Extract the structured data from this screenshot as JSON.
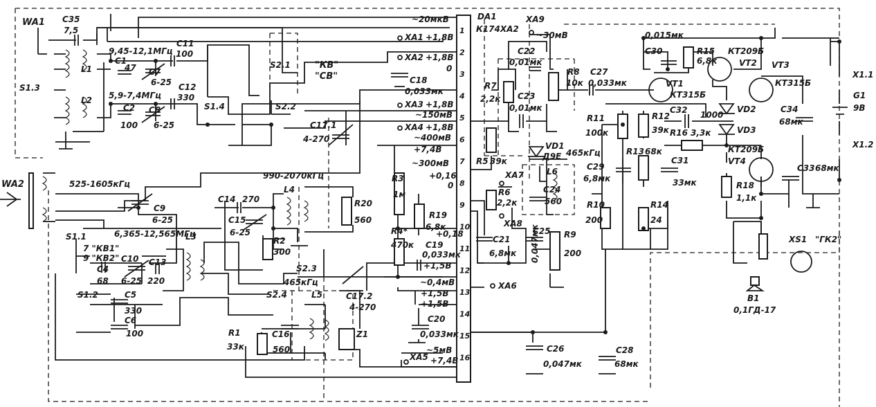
{
  "labels": {
    "wa1": "WA1",
    "wa2": "WA2",
    "s13": "S1.3",
    "c35": "C35",
    "c35v": "7,5",
    "l1": "L1",
    "l2": "L2",
    "c1": "C1",
    "c1v": "47",
    "c2": "C2",
    "c2v": "100",
    "c7": "C7",
    "c7v": "6-25",
    "c8": "C8",
    "c8v": "6-25",
    "f1": "9,45-12,1МГц",
    "f2": "5,9-7,4МГц",
    "c11": "C11",
    "c11v": "100",
    "c12": "C12",
    "c12v": "330",
    "s14": "S1.4",
    "s21": "S2.1",
    "s22": "S2.2",
    "kv": "\"КВ\"",
    "sv": "\"СВ\"",
    "c171": "C17.1",
    "c171v": "4-270",
    "f3": "525-1605кГц",
    "c9": "C9",
    "c9v": "6-25",
    "c14": "C14",
    "c14v": "270",
    "c15": "C15",
    "c15v": "6-25",
    "l4": "L4",
    "f4": "990-2070кГц",
    "r20": "R20",
    "r20v": "560",
    "r2": "R2",
    "r2v": "300",
    "s23": "S2.3",
    "f465a": "465кГц",
    "s11": "S1.1",
    "f5": "6,365-12,565МГц",
    "l3": "L3",
    "kv1": "7 \"КВ1\"",
    "kv2": "9 \"КВ2\"",
    "c4": "C4",
    "c4v": "68",
    "c10": "C10",
    "c10v": "6-25",
    "c13": "C13",
    "c13v": "220",
    "s12": "S1.2",
    "c5": "C5",
    "c5v": "330",
    "c6": "C6",
    "c6v": "100",
    "s24": "S2.4",
    "l5": "L5",
    "c172": "C17.2",
    "c172v": "4-270",
    "r1": "R1",
    "r1v": "33к",
    "c16": "C16",
    "c16v": "560",
    "z1": "Z1",
    "da1": "DA1",
    "da1t": "К174ХА2",
    "v20mv": "~20мкВ",
    "xa1": "ХА1",
    "v18a": "+1,8В",
    "xa2": "ХА2",
    "v18b": "+1,8В",
    "v0": "0",
    "c18": "C18",
    "c18v": "0,033мк",
    "xa3": "ХА3",
    "v18c": "+1,8В",
    "v150": "~150мВ",
    "xa4": "ХА4",
    "v18d": "+1,8В",
    "v400": "~400мВ",
    "v74": "+7,4В",
    "v300": "~300мВ",
    "r3": "R3",
    "r3v": "1м",
    "v016": "+0,16",
    "v0b": "0",
    "r19": "R19",
    "r19v": "6,8к",
    "v018": "+0,18",
    "r4": "R4*",
    "r4v": "470к",
    "c19": "C19",
    "c19v": "0,033мк",
    "v15": "+1,5В",
    "v04": "~0,4мВ",
    "xa6": "ХА6",
    "v15b": "+1,5В",
    "v15c": "+1,5В",
    "c20": "C20",
    "c20v": "0,033мк",
    "xa5": "ХА5",
    "v5mv": "~5мВ",
    "v74b": "+7,4В",
    "xa9": "ХА9",
    "v30mv": "~30мВ",
    "c22": "C22",
    "c22v": "0,01мк",
    "c23": "C23",
    "c23v": "0,01мк",
    "r7": "R7",
    "r7v": "2,2к",
    "r8": "R8",
    "r8v": "10к",
    "c27": "C27",
    "c27v": "0,033мк",
    "vd1": "VD1",
    "vd1t": "Д9Е",
    "f465b": "465кГц",
    "l6": "L6",
    "r5": "R5",
    "r5v": "39к",
    "xa7": "ХА7",
    "r6": "R6",
    "r6v": "2,2к",
    "c24": "C24",
    "c24v": "560",
    "xa8": "ХА8",
    "c21": "C21",
    "c21v": "6,8мк",
    "c25": "C25",
    "c25v": "0,047мк",
    "r9": "R9",
    "r9v": "200",
    "c26": "C26",
    "c26v": "0,047мк",
    "r10": "R10",
    "r10v": "200",
    "c28": "C28",
    "c28v": "68мк",
    "r11": "R11",
    "r11v": "100к",
    "c29": "C29",
    "c29v": "6,8мк",
    "c30": "C30",
    "c015": "0,015мк",
    "r15": "R15",
    "r15v": "6,8к",
    "vt1": "VT1",
    "vt1t": "КТ315Б",
    "vt2": "VT2",
    "vt2t": "КТ209Б",
    "vt3": "VT3",
    "vt3t": "КТ315Б",
    "r12": "R12",
    "r12v": "39к",
    "c32": "C32",
    "c32v": "1000",
    "r16": "R16",
    "r16v": "3,3к",
    "r13": "R13",
    "r13v": "68к",
    "c31": "C31",
    "c31v": "33мк",
    "r14": "R14",
    "r14v": "24",
    "vd2": "VD2",
    "vd3": "VD3",
    "vt4": "VT4",
    "vt4t": "КТ209Б",
    "r18": "R18",
    "r18v": "1,1к",
    "c33": "C33",
    "c33v": "68мк",
    "c34": "C34",
    "c34v": "68мк",
    "g1": "G1",
    "g1v": "9В",
    "x11": "X1.1",
    "x12": "X1.2",
    "b1": "B1",
    "b1v": "0,1ГД-17",
    "xs1": "XS1",
    "gk2": "\"ГК2\""
  },
  "pins": [
    "1",
    "2",
    "3",
    "4",
    "5",
    "6",
    "7",
    "8",
    "9",
    "10",
    "11",
    "12",
    "13",
    "14",
    "15",
    "16"
  ]
}
